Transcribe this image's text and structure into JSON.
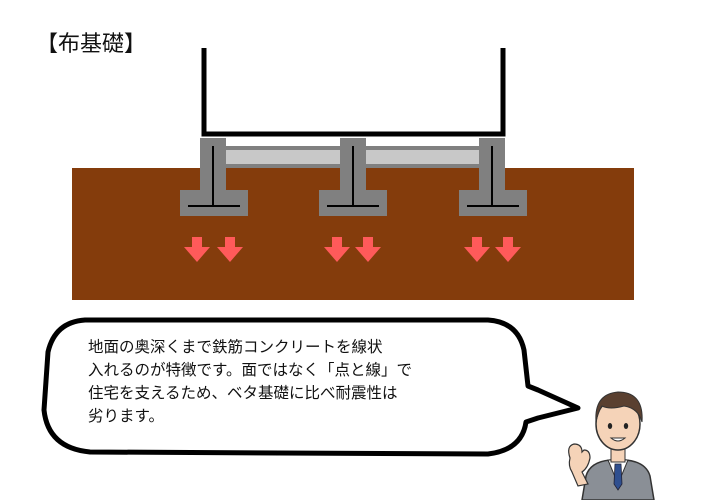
{
  "title": "【布基礎】",
  "diagram": {
    "ground_color": "#843c0c",
    "foundation_color": "#808080",
    "arrow_color": "#ff5a5a",
    "icons": [
      "house-wall",
      "footing",
      "down-arrow"
    ]
  },
  "speech": {
    "lines": [
      "地面の奥深くまで鉄筋コンクリートを線状",
      "入れるのが特徴です。面ではなく「点と線」で",
      "住宅を支えるため、ベタ基礎に比べ耐震性は",
      "劣ります。"
    ]
  },
  "character": {
    "icon": "businessman-illustration"
  }
}
